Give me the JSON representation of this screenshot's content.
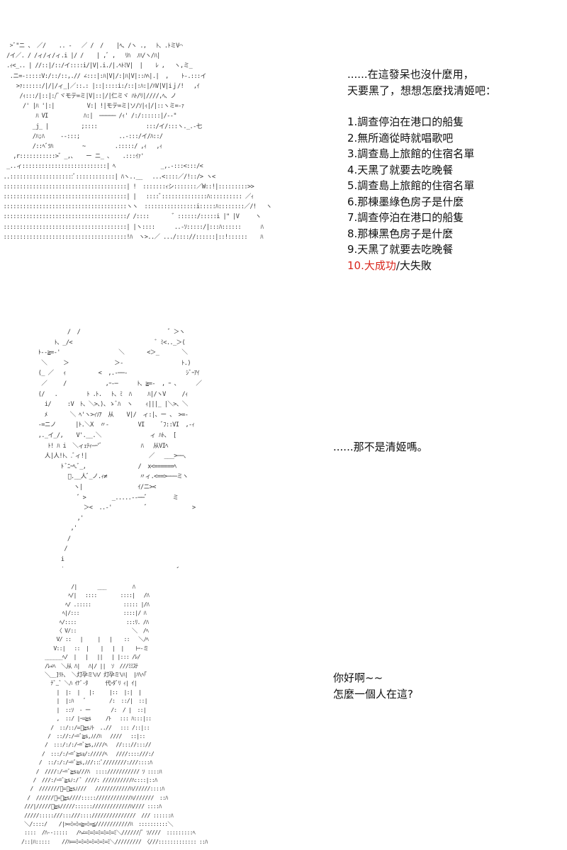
{
  "panel1": {
    "art": "   >ﾞ\"ニ 、 ／/    .. -   ／ /  /    |ﾍ、/ヽ .,   ﾄ、.ﾄミV⌒\n  /イ／. / /ィ/ィ/ィ.i |/ /    | ,ﾞ ,   ﾘﾊ  ﾉﾊ/ヽ/ﾊ|\n  .ｨ<_.. | //::|/::/イ::::i/|V|.i./|.ﾍﾄﾐV|  |    ﾚ ,   ヽ,ミ_\n   .ニ=-:::::V:/::/::,.// ∠:::|:ﾊ|V|/:|ﾊ|V|::ﾊﾍ|.|  ,    ﾄ-.:::イ\n     >ｧ::::::/|/|/ィ_|／::.: |::|::::i:/::|:ﾊ:|/ﾊV|V|iｊ/!   ,ｲ\n      /ｨ:::/|::|:/ﾞヾモテ=ミ|V|::|/|仁ミヾ ﾊﾄ/ﾘ|////,ﾍ、ノ\n       /' |ﾊ '|:|          V:| !|モテ=ミ|ソ/ｿ|ｨ|/|::ヽミ=-ｧ\n           ﾊ VI           ﾊ:|  ───── /ｨ' /:/::::::|/--\"\n          _j_ |          ;::::               :::/イ/:::ヽ._.-七\n          /ﾊ;ﾊ     --:::;            ..-:::/イ/ﾊ::/\n          /::ﾍﾞﾂﾊ         ~         .:::::/ ,ｨ   ,ｨ\n    ,r:::::::::::>゛_,、   ー ニ_ 、   .:::ｲｧ'\n  _..ィ::::::::::::::::::::::::::| ﾍ              _,.-:::<:::/<\n ..::::::::::::::::::::ﾞ::::::::::::| ﾊヽ..__   ...<::::／/!::/> ヽ<\n ::::::::::::::::::::::::::::::::::::::| !  :::::::ｨシ:::::::／W::!|:::::::::>>\n ::::::::::::::::::::::::::::::::::::::| |   ::::ﾞ::::::::::::::ﾊ:::::::::: ／ｨ\n ::::::::::::::::::::::::::::::::::::::ヽヽ  ::::::::::::::::i:::::ﾊ::::::::／/!   ヽ\n ::::::::::::::::::::::::::::::::::::::/ /::::       ゛::::::/:::::i |\" |V     ヽ\n ::::::::::::::::::::::::::::::::::::::| |ヽ::::      ..-ｿ:::::/|:::ﾊ::::::      ﾊ\n ::::::::::::::::::::::::::::::::::::::!ﾊ  ヽ>..／ .../:::://::::::|::!::::::    ﾊ",
    "intro_lines": [
      "......在這發呆也沒什麼用，",
      "天要黑了，想想怎麼找清姬吧："
    ],
    "choices": [
      "1.調查停泊在港口的船隻",
      "2.無所適從時就唱歌吧",
      "3.調查島上旅館的住宿名單",
      "4.天黑了就要去吃晚餐",
      "5.調查島上旅館的住宿名單",
      "6.那棟墨綠色房子是什麼",
      "7.調查停泊在港口的船隻",
      "8.那棟黑色房子是什麼",
      "9.天黑了就要去吃晚餐"
    ],
    "final_choice": {
      "highlighted": "10.大成功",
      "separator": "/",
      "rest": "大失敗"
    },
    "highlight_color": "#d9261c"
  },
  "panel2": {
    "art": "            /  /                           ゛＞ヽ\n        ﾄ、_/<                          ﾞ ﾐ<.._＞(\n   ﾄ--≧=-'                  ＼       <＞_       ＼\n    ＼     ＞              ＞-                  ﾄ.)\n   (_ ／   ｨ          <  ,.-──-                  ｼﾞｰｱｲ\n    ／     /            ,ｰ-─      ﾄ、≧=-  , ｰ 、     ／\n   (/   .         ﾄ .ﾄ.   ﾄ、ﾐ  ﾊ     ﾊ|/ヽV     /ｨ\n     i/     :V  ﾄ、＼>、)、ゝﾞﾊ  ヽ    ｨ|||_ |＼>、＼\n     ﾒ       ＼ ﾍ'ヽ>ｨｿｱ  从    V|/  ィ:|、ー 、 >=-\n   -=ニノ      |ﾄ.＼X  〃-         VI     ﾞﾌ::VI  ,-ｨ\n   ,._イ_/,    V'.__.＼               ィ ﾊﾄ、 [\n      ﾄ! ﾊ i  ＼ィｪﾃｨ─ｰ'ﾞ            ﾊ   从VIﾍ\n     人|人!ﾄ、.ﾞィ!|                   ／   ___>──、\n          ﾄ ﾞﾆｰﾍ.ﾞ_,                /  x<======ﾍ\n            ﾞ.__人ﾞ_ノ.ｨ≠          〃ィ.<==>───ミヽ\n              ヽ|                 ｲ/ニ><\n               ゛>        _.....--──゛       ミ\n                 ＞<  ..-'          ゛             >\n               ,'\n             ,'\n            /\n           /\n          i\n          i                                  く\n          |                                    ＼",
    "line": "......那不是清姬嗎。"
  },
  "panel3": {
    "art": "                 /|       ___         ﾊ\n                ﾍ/|   ::::        ::::|   /ﾊ\n               ﾍ/ .:::::           ::::: |/ﾊ\n              ﾍ|/:::               ::::|/ ﾊ\n             ﾍ/::::                 :::ﾘ. /ﾊ\n            〈 V/::                   ＼  /ﾍ\n            V/ ::   |     |   |    ::   ＼ﾉﾍ\n           V::|   ::  |    |   |  |    ﾄｰ-ミ\n        ______ﾍ/  |   |   ||   | |::: /ﾚ/\n        /ﾚ∠ﾍ  ＼从 ﾊ|   ﾊ|/ ||  ｿ  ///ﾐﾐｽﾃ\n        ＼__]ﾘﾄ、 ＼灯孕ミ\\ﾊ/ 灯孕ミ\\ﾊ|  |ﾊ\\ﾍ｢\n          ﾃﾞ_ﾞ ＼ﾊ ｲﾅﾞ-ﾀ      代ｰﾀﾞﾘ ｨ| ｲ|\n            |  |:  |   |:     |::  |:|  |\n            |  |:ﾊ    ﾞ        /:  ::/|  ::|\n            |  ::ｿ  - ー       /:  / |  ::|\n            ,  ::/ |ｰ=≧s     /ﾄ   ::: ﾊ:::|::\n          /  ::/::/=ﾞ≧sﾉﾄ  ..//   ::: /::|::\n         /  :://:/ｰ=ﾞ≧s,ﾉ//ﾊ   ////   ::|::\n        /  :::/:/:/ｰ=ﾞ≧s,ﾉ///ﾍ   //::://::://\n       /  :::/:/ｰ=ﾞ≧sｮ/://///ﾍ   ////::::///:/\n      /  ::/:/:/ｰ=ﾞ≧s,ﾉ//:::ﾞ////////:///::::ﾊ\n     /  ////:/ｰ=ﾞ≧sｮ///ﾊ  :::://///////// ｿ ::::ﾊ\n    /  ///:/ｰ=ﾞ≧sﾉ:/ ﾞ ////: //////////ﾊ::::|::ﾊ\n   /  ///////ﾞ=ﾞ≧sﾉ///   ////////////ﾊ//////::::ﾊ\n  /  //////ﾞ=ﾞ≧s////:::::////////////ﾊ///////  ::ﾊ\n ///|/////ﾞ≧s/////:::::://///////////ﾊ//// ::::ﾊ\n /////:::::///:::///::::///////////////  /// ::::::ﾊ\n ＼/::::/    /|>=ﾐ=ﾐ=≧=ﾐ=≦////////////ﾊ  ::::::::::＼\n ::::  /ﾊ--:::::   /ﾍ∠=ﾐ=ﾐ=ﾐ=ﾐ=ﾐ=ﾐ＼///////ﾞ ｿ////  :::::::::ﾍ\n/::|ﾊ:::::    //ﾊ==ﾐ=ﾐ=ﾐ=ﾐ=ﾐ=ﾐ=ﾐ＼///////// 〈///::::::::::::: ::ﾊ",
    "lines": [
      "你好啊~~",
      "怎麼一個人在這?"
    ]
  }
}
